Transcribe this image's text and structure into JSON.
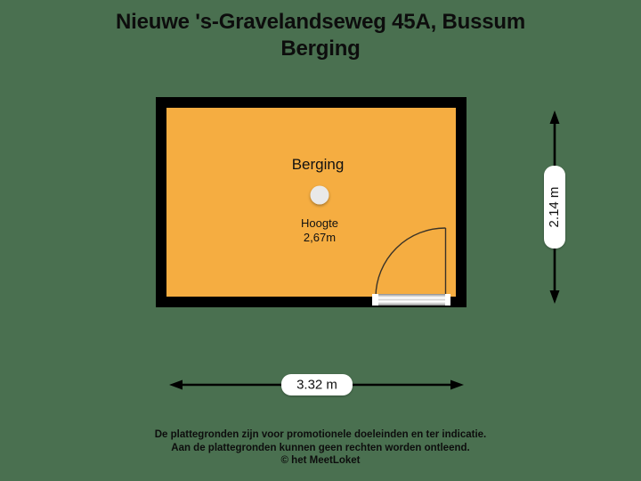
{
  "document": {
    "title_lines": [
      "Nieuwe 's-Gravelandseweg 45A, Bussum",
      "Berging"
    ],
    "address": "Nieuwe 's-Gravelandseweg 45A, Bussum",
    "floor_label": "Berging"
  },
  "plan": {
    "room": {
      "name": "Berging",
      "height_label": "Hoogte",
      "height_value": "2,67m",
      "fill_color": "#f5ad41",
      "wall_color": "#000000"
    },
    "fixtures": [
      {
        "name": "ceiling-light",
        "shape": "circle",
        "color": "#e9e9e9"
      }
    ],
    "door": {
      "name": "door-bottom-right",
      "swing": "quarter-arc",
      "hinge": "left",
      "threshold_color": "#ffffff"
    }
  },
  "dimensions": {
    "width": {
      "label": "3.32 m",
      "value": 3.32,
      "unit": "m",
      "orientation": "horizontal"
    },
    "height": {
      "label": "2.14 m",
      "value": 2.14,
      "unit": "m",
      "orientation": "vertical"
    }
  },
  "footer": {
    "lines": [
      "De plattegronden zijn voor promotionele doeleinden en ter indicatie.",
      "Aan de plattegronden kunnen geen rechten worden ontleend.",
      "© het MeetLoket"
    ]
  },
  "theme": {
    "background": "#4a7050",
    "text": "#0d0d0d",
    "room_fill": "#f5ad41",
    "wall": "#000000",
    "label_bg": "#ffffff"
  }
}
